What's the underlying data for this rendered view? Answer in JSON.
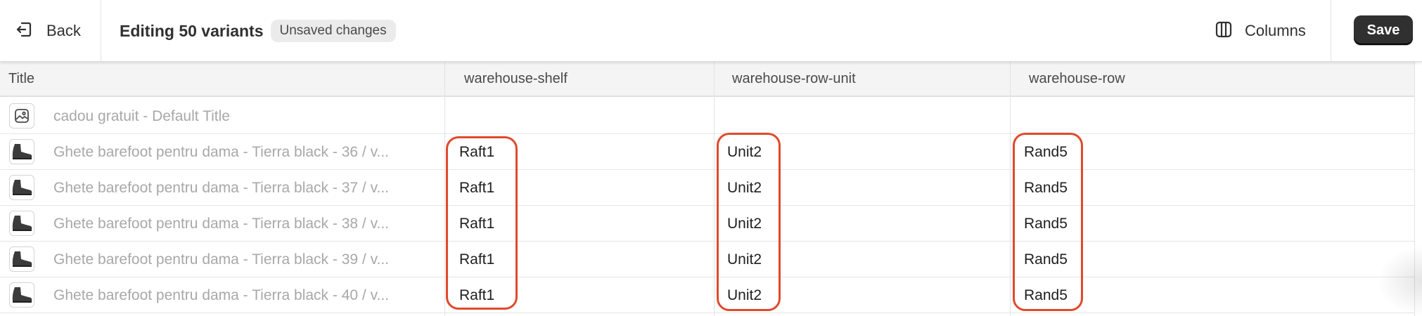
{
  "header": {
    "back_label": "Back",
    "title": "Editing 50 variants",
    "badge": "Unsaved changes",
    "columns_label": "Columns",
    "save_label": "Save"
  },
  "columns": [
    "Title",
    "warehouse-shelf",
    "warehouse-row-unit",
    "warehouse-row"
  ],
  "rows": [
    {
      "title": "cadou gratuit - Default Title",
      "thumb": "image-placeholder-icon",
      "shelf": "",
      "unit": "",
      "row": ""
    },
    {
      "title": "Ghete barefoot pentru dama - Tierra black - 36 / v...",
      "thumb": "boot-icon",
      "shelf": "Raft1",
      "unit": "Unit2",
      "row": "Rand5"
    },
    {
      "title": "Ghete barefoot pentru dama - Tierra black - 37 / v...",
      "thumb": "boot-icon",
      "shelf": "Raft1",
      "unit": "Unit2",
      "row": "Rand5"
    },
    {
      "title": "Ghete barefoot pentru dama - Tierra black - 38 / v...",
      "thumb": "boot-icon",
      "shelf": "Raft1",
      "unit": "Unit2",
      "row": "Rand5"
    },
    {
      "title": "Ghete barefoot pentru dama - Tierra black - 39 / v...",
      "thumb": "boot-icon",
      "shelf": "Raft1",
      "unit": "Unit2",
      "row": "Rand5"
    },
    {
      "title": "Ghete barefoot pentru dama - Tierra black - 40 / v...",
      "thumb": "boot-icon",
      "shelf": "Raft1",
      "unit": "Unit2",
      "row": "Rand5"
    }
  ],
  "colors": {
    "highlight": "#e04a2b",
    "save_button": "#303030",
    "header_bg": "#f4f4f4"
  }
}
